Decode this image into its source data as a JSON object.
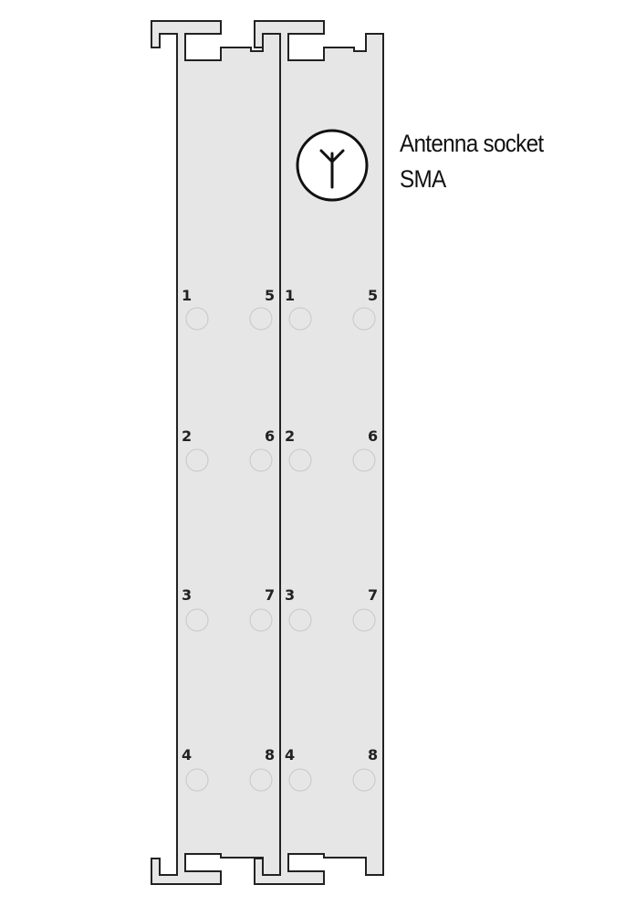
{
  "antenna_label": {
    "line1": "Antenna socket",
    "line2": "SMA"
  },
  "module_count": 2,
  "terminal_labels": {
    "left_column": [
      "1",
      "2",
      "3",
      "4"
    ],
    "right_column": [
      "5",
      "6",
      "7",
      "8"
    ]
  },
  "colors": {
    "module_fill": "#e6e6e6",
    "outline": "#222222",
    "connector_stroke": "#c8c8c8"
  }
}
